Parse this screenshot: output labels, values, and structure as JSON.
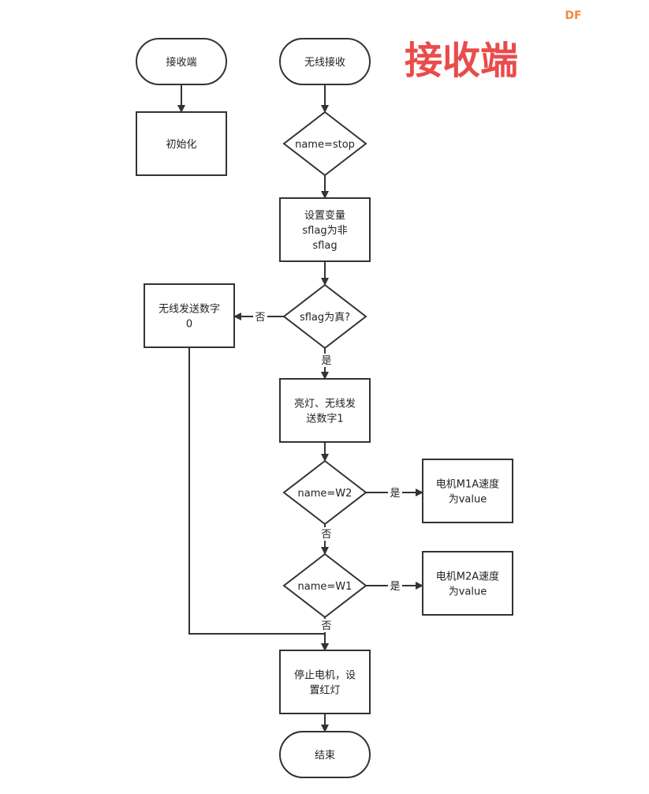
{
  "diagram": {
    "title": "接收端",
    "corner_mark": "DF",
    "colors": {
      "title_fill": "#ea4b4b",
      "title_outline": "#ffffff",
      "corner_mark": "#f08a3c",
      "stroke": "#333333",
      "text": "#222222"
    },
    "nodes": [
      {
        "id": "recv_start",
        "shape": "terminator",
        "lines": [
          "接收端"
        ]
      },
      {
        "id": "init",
        "shape": "process",
        "lines": [
          "初始化"
        ]
      },
      {
        "id": "wireless_recv",
        "shape": "terminator",
        "lines": [
          "无线接收"
        ]
      },
      {
        "id": "cond_stop",
        "shape": "decision",
        "lines": [
          "name=stop"
        ]
      },
      {
        "id": "set_sflag",
        "shape": "process",
        "lines": [
          "设置变量",
          "sflag为非",
          "sflag"
        ]
      },
      {
        "id": "cond_sflag",
        "shape": "decision",
        "lines": [
          "sflag为真?"
        ]
      },
      {
        "id": "send_zero",
        "shape": "process",
        "lines": [
          "无线发送数字",
          "0"
        ]
      },
      {
        "id": "light_send",
        "shape": "process",
        "lines": [
          "亮灯、无线发",
          "送数字1"
        ]
      },
      {
        "id": "cond_w2",
        "shape": "decision",
        "lines": [
          "name=W2"
        ]
      },
      {
        "id": "m1a",
        "shape": "process",
        "lines": [
          "电机M1A速度",
          "为value"
        ]
      },
      {
        "id": "cond_w1",
        "shape": "decision",
        "lines": [
          "name=W1"
        ]
      },
      {
        "id": "m2a",
        "shape": "process",
        "lines": [
          "电机M2A速度",
          "为value"
        ]
      },
      {
        "id": "stop_motor",
        "shape": "process",
        "lines": [
          "停止电机，设",
          "置红灯"
        ]
      },
      {
        "id": "end",
        "shape": "terminator",
        "lines": [
          "结束"
        ]
      }
    ],
    "edges": [
      {
        "from": "recv_start",
        "to": "init",
        "label": ""
      },
      {
        "from": "wireless_recv",
        "to": "cond_stop",
        "label": ""
      },
      {
        "from": "cond_stop",
        "to": "set_sflag",
        "label": ""
      },
      {
        "from": "set_sflag",
        "to": "cond_sflag",
        "label": ""
      },
      {
        "from": "cond_sflag",
        "to": "send_zero",
        "label": "否"
      },
      {
        "from": "cond_sflag",
        "to": "light_send",
        "label": "是"
      },
      {
        "from": "light_send",
        "to": "cond_w2",
        "label": ""
      },
      {
        "from": "cond_w2",
        "to": "m1a",
        "label": "是"
      },
      {
        "from": "cond_w2",
        "to": "cond_w1",
        "label": "否"
      },
      {
        "from": "cond_w1",
        "to": "m2a",
        "label": "是"
      },
      {
        "from": "cond_w1",
        "to": "stop_motor",
        "label": "否"
      },
      {
        "from": "send_zero",
        "to": "stop_motor",
        "label": ""
      },
      {
        "from": "stop_motor",
        "to": "end",
        "label": ""
      }
    ]
  }
}
